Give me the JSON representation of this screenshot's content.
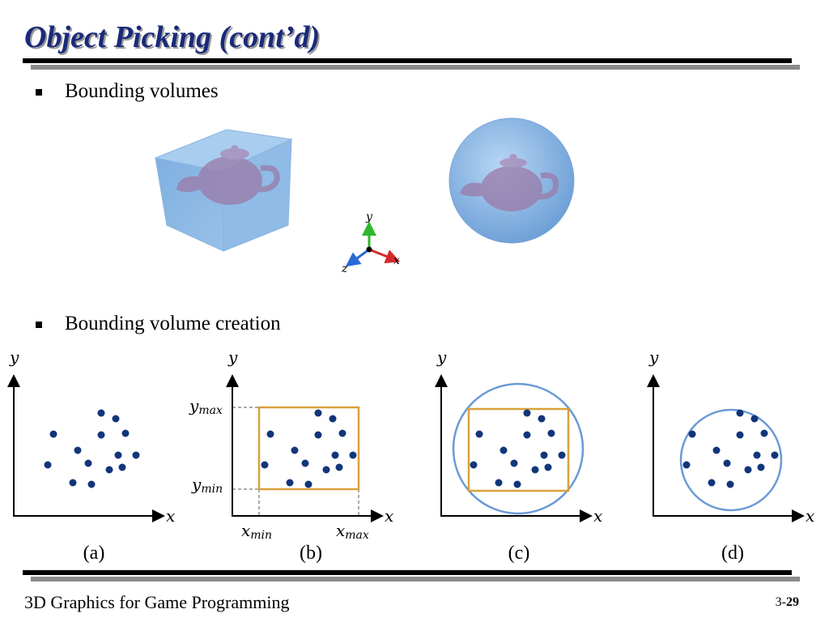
{
  "slide": {
    "title": "Object Picking (cont’d)",
    "bullets": [
      "Bounding volumes",
      "Bounding volume creation"
    ],
    "footer_left": "3D Graphics for Game Programming",
    "page_prefix": "3-",
    "page_number": "29"
  },
  "figures": {
    "axes_icon": {
      "y": "y",
      "x": "x",
      "z": "z"
    },
    "panels": [
      {
        "caption": "(a)",
        "x_label": "x",
        "y_label": "y"
      },
      {
        "caption": "(b)",
        "x_label": "x",
        "y_label": "y",
        "y_max": "y",
        "y_max_sub": "max",
        "y_min": "y",
        "y_min_sub": "min",
        "x_min": "x",
        "x_min_sub": "min",
        "x_max": "x",
        "x_max_sub": "max"
      },
      {
        "caption": "(c)",
        "x_label": "x",
        "y_label": "y"
      },
      {
        "caption": "(d)",
        "x_label": "x",
        "y_label": "y"
      }
    ]
  },
  "colors": {
    "title": "#1a2a7a",
    "point": "#12357a",
    "aabb": "#d9a13a",
    "sphere": "#6a9ad6",
    "volume_fill": "#7fb0e0",
    "axis_y": "#2eb82e",
    "axis_x": "#d62a2a",
    "axis_z": "#2a6ad6"
  },
  "chart_data": {
    "type": "scatter",
    "points": [
      [
        125,
        510
      ],
      [
        143,
        517
      ],
      [
        66,
        536
      ],
      [
        125,
        537
      ],
      [
        155,
        535
      ],
      [
        96,
        556
      ],
      [
        146,
        562
      ],
      [
        168,
        562
      ],
      [
        109,
        572
      ],
      [
        59,
        574
      ],
      [
        135,
        580
      ],
      [
        151,
        577
      ],
      [
        90,
        596
      ],
      [
        113,
        598
      ]
    ]
  }
}
